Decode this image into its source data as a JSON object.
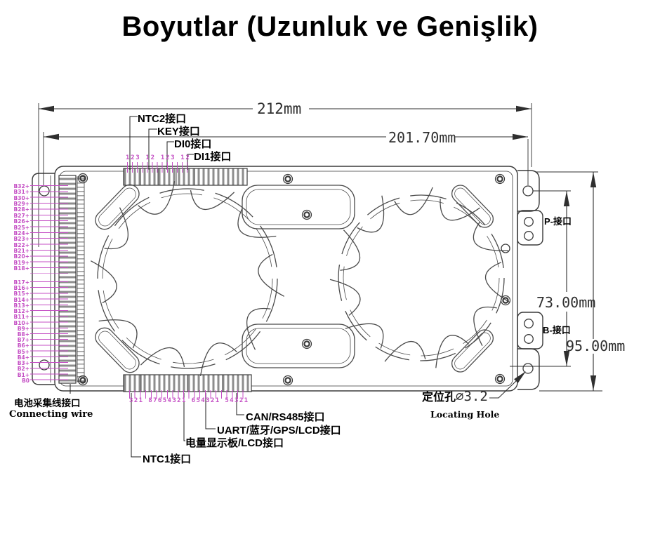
{
  "title": "Boyutlar (Uzunluk ve Genişlik)",
  "dims": {
    "total_width": "212mm",
    "hole_width": "201.70mm",
    "hole_height": "73.00mm",
    "total_height": "95.00mm"
  },
  "top_ports": {
    "ntc2": "NTC2接口",
    "key": "KEY接口",
    "di0": "DI0接口",
    "di1": "DI1接口",
    "pin_numbers": "123 12 123 12"
  },
  "bottom_ports": {
    "can": "CAN/RS485接口",
    "uart": "UART/蓝牙/GPS/LCD接口",
    "power_lcd": "电量显示板/LCD接口",
    "ntc1": "NTC1接口",
    "pin_numbers": "321 87654321 654321 54321"
  },
  "left_connector": {
    "label_cn": "电池采集线接口",
    "label_en": "Connecting wire",
    "pins_upper": [
      "B32+",
      "B31+",
      "B30+",
      "B29+",
      "B28+",
      "B27+",
      "B26+",
      "B25+",
      "B24+",
      "B23+",
      "B22+",
      "B21+",
      "B20+",
      "B19+",
      "B18+"
    ],
    "pins_lower": [
      "B17+",
      "B16+",
      "B15+",
      "B14+",
      "B13+",
      "B12+",
      "B11+",
      "B10+",
      "B9+",
      "B8+",
      "B7+",
      "B6+",
      "B5+",
      "B4+",
      "B3+",
      "B2+",
      "B1+",
      "B0"
    ]
  },
  "right_side": {
    "p_port": "P-接口",
    "b_port": "B-接口",
    "locating_cn": "定位孔",
    "locating_size": "∅3.2",
    "locating_en": "Locating Hole"
  },
  "colors": {
    "pin_magenta": "#c44ec4",
    "line_dark": "#2f2f2f"
  }
}
